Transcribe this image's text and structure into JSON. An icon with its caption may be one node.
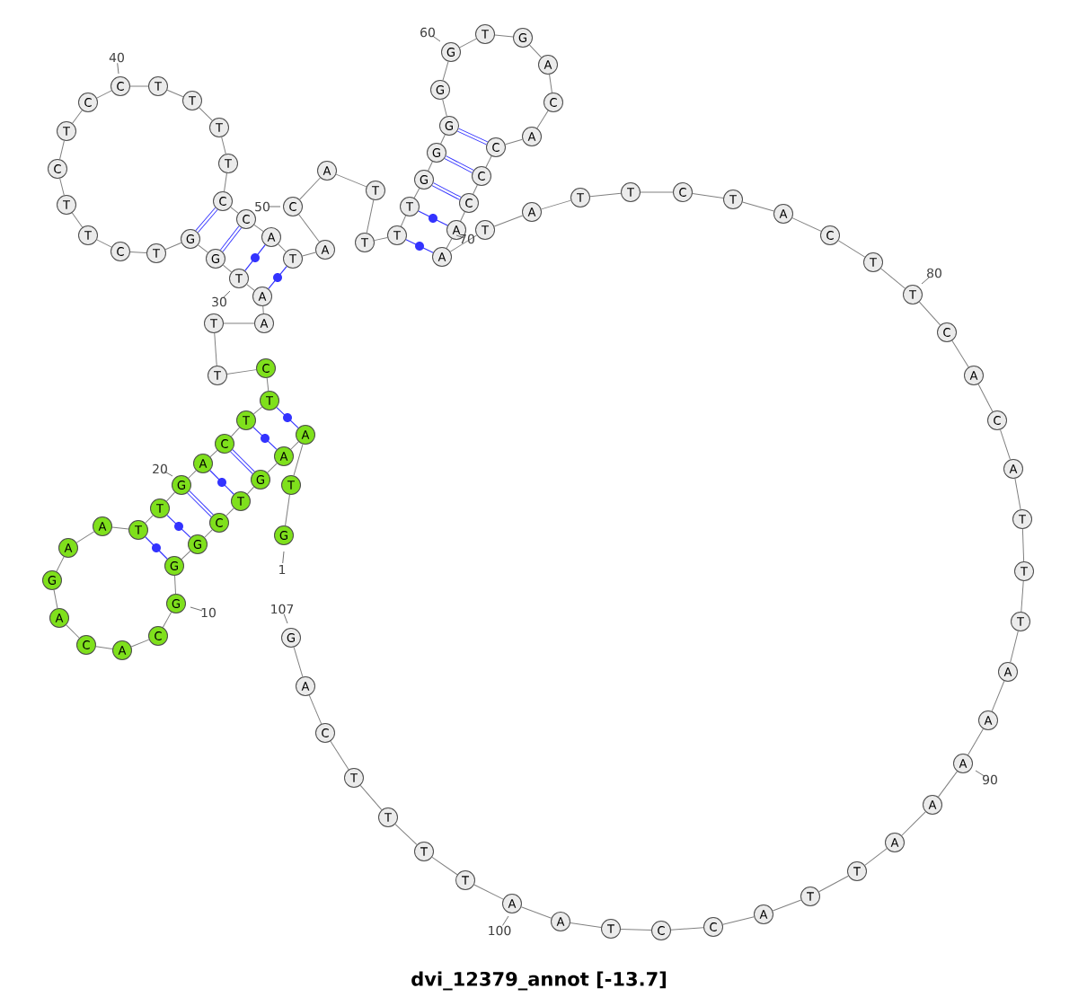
{
  "diagram": {
    "caption": "dvi_12379_annot [-13.7]",
    "nodes": [
      {
        "text": [
          "G"
        ]
      },
      {
        "text": [
          "T"
        ]
      },
      {
        "text": [
          "A"
        ]
      },
      {
        "text": [
          "A"
        ]
      },
      {
        "text": [
          "G"
        ]
      },
      {
        "text": [
          "T"
        ]
      },
      {
        "text": [
          "C"
        ]
      },
      {
        "text": [
          "G"
        ]
      },
      {
        "text": [
          "G"
        ]
      },
      {
        "text": [
          "G"
        ]
      },
      {
        "text": [
          "C"
        ]
      },
      {
        "text": [
          "A"
        ]
      },
      {
        "text": [
          "C"
        ]
      },
      {
        "text": [
          "A"
        ]
      },
      {
        "text": [
          "G"
        ]
      },
      {
        "text": [
          "A"
        ]
      },
      {
        "text": [
          "A"
        ]
      },
      {
        "text": [
          "T"
        ]
      },
      {
        "text": [
          "T"
        ]
      },
      {
        "text": [
          "G"
        ]
      },
      {
        "text": [
          "A"
        ]
      },
      {
        "text": [
          "C"
        ]
      },
      {
        "text": [
          "T"
        ]
      },
      {
        "text": [
          "T"
        ]
      },
      {
        "text": [
          "C"
        ]
      },
      {
        "text": [
          "T"
        ]
      },
      {
        "text": [
          "T"
        ]
      },
      {
        "text": [
          "A"
        ]
      },
      {
        "text": [
          "A"
        ]
      },
      {
        "text": [
          "T"
        ]
      },
      {
        "text": [
          "G"
        ]
      },
      {
        "text": [
          "G"
        ]
      },
      {
        "text": [
          "T"
        ]
      },
      {
        "text": [
          "C"
        ]
      },
      {
        "text": [
          "T"
        ]
      },
      {
        "text": [
          "T"
        ]
      },
      {
        "text": [
          "C"
        ]
      },
      {
        "text": [
          "T"
        ]
      },
      {
        "text": [
          "C"
        ]
      },
      {
        "text": [
          "C"
        ]
      },
      {
        "text": [
          "T"
        ]
      },
      {
        "text": [
          "T"
        ]
      },
      {
        "text": [
          "T"
        ]
      },
      {
        "text": [
          "T"
        ]
      },
      {
        "text": [
          "C"
        ]
      },
      {
        "text": [
          "C"
        ]
      },
      {
        "text": [
          "A"
        ]
      },
      {
        "text": [
          "T"
        ]
      },
      {
        "text": [
          "A"
        ]
      },
      {
        "text": [
          "C"
        ]
      },
      {
        "text": [
          "A"
        ]
      },
      {
        "text": [
          "T"
        ]
      },
      {
        "text": [
          "T"
        ]
      },
      {
        "text": [
          "T"
        ]
      },
      {
        "text": [
          "T"
        ]
      },
      {
        "text": [
          "G"
        ]
      },
      {
        "text": [
          "G"
        ]
      },
      {
        "text": [
          "G"
        ]
      },
      {
        "text": [
          "G"
        ]
      },
      {
        "text": [
          "G"
        ]
      },
      {
        "text": [
          "T"
        ]
      },
      {
        "text": [
          "G"
        ]
      },
      {
        "text": [
          "A"
        ]
      },
      {
        "text": [
          "C"
        ]
      },
      {
        "text": [
          "A"
        ]
      },
      {
        "text": [
          "C"
        ]
      },
      {
        "text": [
          "C"
        ]
      },
      {
        "text": [
          "C"
        ]
      },
      {
        "text": [
          "A"
        ]
      },
      {
        "text": [
          "A"
        ]
      },
      {
        "text": [
          "T"
        ]
      },
      {
        "text": [
          "A"
        ]
      },
      {
        "text": [
          "T"
        ]
      },
      {
        "text": [
          "T"
        ]
      },
      {
        "text": [
          "C"
        ]
      },
      {
        "text": [
          "T"
        ]
      },
      {
        "text": [
          "A"
        ]
      },
      {
        "text": [
          "C"
        ]
      },
      {
        "text": [
          "T"
        ]
      },
      {
        "text": [
          "T"
        ]
      },
      {
        "text": [
          "C"
        ]
      },
      {
        "text": [
          "A"
        ]
      },
      {
        "text": [
          "C"
        ]
      },
      {
        "text": [
          "A"
        ]
      },
      {
        "text": [
          "T"
        ]
      },
      {
        "text": [
          "T"
        ]
      },
      {
        "text": [
          "T"
        ]
      },
      {
        "text": [
          "A"
        ]
      },
      {
        "text": [
          "A"
        ]
      },
      {
        "text": [
          "A"
        ]
      },
      {
        "text": [
          "A"
        ]
      },
      {
        "text": [
          "A"
        ]
      },
      {
        "text": [
          "T"
        ]
      },
      {
        "text": [
          "T"
        ]
      },
      {
        "text": [
          "A"
        ]
      },
      {
        "text": [
          "C"
        ]
      },
      {
        "text": [
          "C"
        ]
      },
      {
        "text": [
          "T"
        ]
      },
      {
        "text": [
          "A"
        ]
      },
      {
        "text": [
          "A"
        ]
      },
      {
        "text": [
          "T"
        ]
      },
      {
        "text": [
          "T"
        ]
      },
      {
        "text": [
          "T"
        ]
      },
      {
        "text": [
          "T"
        ]
      },
      {
        "text": [
          "C"
        ]
      },
      {
        "text": [
          "A"
        ]
      },
      {
        "text": [
          "G"
        ]
      }
    ],
    "edges": [
      {
        "from": 0,
        "to": 1,
        "arrow": "none"
      },
      {
        "from": 1,
        "to": 2,
        "arrow": "none"
      },
      {
        "from": 2,
        "to": 3,
        "arrow": "none"
      },
      {
        "from": 3,
        "to": 4,
        "arrow": "none"
      },
      {
        "from": 4,
        "to": 5,
        "arrow": "none"
      },
      {
        "from": 5,
        "to": 6,
        "arrow": "none"
      },
      {
        "from": 6,
        "to": 7,
        "arrow": "none"
      },
      {
        "from": 7,
        "to": 8,
        "arrow": "none"
      },
      {
        "from": 8,
        "to": 9,
        "arrow": "none"
      },
      {
        "from": 9,
        "to": 10,
        "arrow": "none"
      },
      {
        "from": 10,
        "to": 11,
        "arrow": "none"
      },
      {
        "from": 11,
        "to": 12,
        "arrow": "none"
      },
      {
        "from": 12,
        "to": 13,
        "arrow": "none"
      },
      {
        "from": 13,
        "to": 14,
        "arrow": "none"
      },
      {
        "from": 14,
        "to": 15,
        "arrow": "none"
      },
      {
        "from": 15,
        "to": 16,
        "arrow": "none"
      },
      {
        "from": 16,
        "to": 17,
        "arrow": "none"
      },
      {
        "from": 17,
        "to": 18,
        "arrow": "none"
      },
      {
        "from": 18,
        "to": 19,
        "arrow": "none"
      },
      {
        "from": 19,
        "to": 20,
        "arrow": "none"
      },
      {
        "from": 20,
        "to": 21,
        "arrow": "none"
      },
      {
        "from": 21,
        "to": 22,
        "arrow": "none"
      },
      {
        "from": 22,
        "to": 23,
        "arrow": "none"
      },
      {
        "from": 23,
        "to": 24,
        "arrow": "none"
      },
      {
        "from": 24,
        "to": 25,
        "arrow": "none"
      },
      {
        "from": 25,
        "to": 26,
        "arrow": "none"
      },
      {
        "from": 26,
        "to": 27,
        "arrow": "none"
      },
      {
        "from": 27,
        "to": 28,
        "arrow": "none"
      },
      {
        "from": 28,
        "to": 29,
        "arrow": "none"
      },
      {
        "from": 29,
        "to": 30,
        "arrow": "none"
      },
      {
        "from": 30,
        "to": 31,
        "arrow": "none"
      },
      {
        "from": 31,
        "to": 32,
        "arrow": "none"
      },
      {
        "from": 32,
        "to": 33,
        "arrow": "none"
      },
      {
        "from": 33,
        "to": 34,
        "arrow": "none"
      },
      {
        "from": 34,
        "to": 35,
        "arrow": "none"
      },
      {
        "from": 35,
        "to": 36,
        "arrow": "none"
      },
      {
        "from": 36,
        "to": 37,
        "arrow": "none"
      },
      {
        "from": 37,
        "to": 38,
        "arrow": "none"
      },
      {
        "from": 38,
        "to": 39,
        "arrow": "none"
      },
      {
        "from": 39,
        "to": 40,
        "arrow": "none"
      },
      {
        "from": 40,
        "to": 41,
        "arrow": "none"
      },
      {
        "from": 41,
        "to": 42,
        "arrow": "none"
      },
      {
        "from": 42,
        "to": 43,
        "arrow": "none"
      },
      {
        "from": 43,
        "to": 44,
        "arrow": "none"
      },
      {
        "from": 44,
        "to": 45,
        "arrow": "none"
      },
      {
        "from": 45,
        "to": 46,
        "arrow": "none"
      },
      {
        "from": 46,
        "to": 47,
        "arrow": "none"
      },
      {
        "from": 47,
        "to": 48,
        "arrow": "none"
      },
      {
        "from": 48,
        "to": 49,
        "arrow": "none"
      },
      {
        "from": 49,
        "to": 50,
        "arrow": "none"
      },
      {
        "from": 50,
        "to": 51,
        "arrow": "none"
      },
      {
        "from": 51,
        "to": 52,
        "arrow": "none"
      },
      {
        "from": 52,
        "to": 53,
        "arrow": "none"
      },
      {
        "from": 53,
        "to": 54,
        "arrow": "none"
      },
      {
        "from": 54,
        "to": 55,
        "arrow": "none"
      },
      {
        "from": 55,
        "to": 56,
        "arrow": "none"
      },
      {
        "from": 56,
        "to": 57,
        "arrow": "none"
      },
      {
        "from": 57,
        "to": 58,
        "arrow": "none"
      },
      {
        "from": 58,
        "to": 59,
        "arrow": "none"
      },
      {
        "from": 59,
        "to": 60,
        "arrow": "none"
      },
      {
        "from": 60,
        "to": 61,
        "arrow": "none"
      },
      {
        "from": 61,
        "to": 62,
        "arrow": "none"
      },
      {
        "from": 62,
        "to": 63,
        "arrow": "none"
      },
      {
        "from": 63,
        "to": 64,
        "arrow": "none"
      },
      {
        "from": 64,
        "to": 65,
        "arrow": "none"
      },
      {
        "from": 65,
        "to": 66,
        "arrow": "none"
      },
      {
        "from": 66,
        "to": 67,
        "arrow": "none"
      },
      {
        "from": 67,
        "to": 68,
        "arrow": "none"
      },
      {
        "from": 68,
        "to": 69,
        "arrow": "none"
      },
      {
        "from": 69,
        "to": 70,
        "arrow": "none"
      },
      {
        "from": 70,
        "to": 71,
        "arrow": "none"
      },
      {
        "from": 71,
        "to": 72,
        "arrow": "none"
      },
      {
        "from": 72,
        "to": 73,
        "arrow": "none"
      },
      {
        "from": 73,
        "to": 74,
        "arrow": "none"
      },
      {
        "from": 74,
        "to": 75,
        "arrow": "none"
      },
      {
        "from": 75,
        "to": 76,
        "arrow": "none"
      },
      {
        "from": 76,
        "to": 77,
        "arrow": "none"
      },
      {
        "from": 77,
        "to": 78,
        "arrow": "none"
      },
      {
        "from": 78,
        "to": 79,
        "arrow": "none"
      },
      {
        "from": 79,
        "to": 80,
        "arrow": "none"
      },
      {
        "from": 80,
        "to": 81,
        "arrow": "none"
      },
      {
        "from": 81,
        "to": 82,
        "arrow": "none"
      },
      {
        "from": 82,
        "to": 83,
        "arrow": "none"
      },
      {
        "from": 83,
        "to": 84,
        "arrow": "none"
      },
      {
        "from": 84,
        "to": 85,
        "arrow": "none"
      },
      {
        "from": 85,
        "to": 86,
        "arrow": "none"
      },
      {
        "from": 86,
        "to": 87,
        "arrow": "none"
      },
      {
        "from": 87,
        "to": 88,
        "arrow": "none"
      },
      {
        "from": 88,
        "to": 89,
        "arrow": "none"
      },
      {
        "from": 89,
        "to": 90,
        "arrow": "none"
      },
      {
        "from": 90,
        "to": 91,
        "arrow": "none"
      },
      {
        "from": 91,
        "to": 92,
        "arrow": "none"
      },
      {
        "from": 92,
        "to": 93,
        "arrow": "none"
      },
      {
        "from": 93,
        "to": 94,
        "arrow": "none"
      },
      {
        "from": 94,
        "to": 95,
        "arrow": "none"
      },
      {
        "from": 95,
        "to": 96,
        "arrow": "none"
      },
      {
        "from": 96,
        "to": 97,
        "arrow": "none"
      },
      {
        "from": 97,
        "to": 98,
        "arrow": "none"
      },
      {
        "from": 98,
        "to": 99,
        "arrow": "none"
      },
      {
        "from": 99,
        "to": 100,
        "arrow": "none"
      },
      {
        "from": 100,
        "to": 101,
        "arrow": "none"
      },
      {
        "from": 101,
        "to": 102,
        "arrow": "none"
      },
      {
        "from": 102,
        "to": 103,
        "arrow": "none"
      },
      {
        "from": 103,
        "to": 104,
        "arrow": "none"
      },
      {
        "from": 104,
        "to": 105,
        "arrow": "none"
      },
      {
        "from": 105,
        "to": 106,
        "arrow": "none"
      },
      {
        "from": 23,
        "to": 2,
        "arrow": "none",
        "color": "#3333ff"
      },
      {
        "from": 22,
        "to": 3,
        "arrow": "none",
        "color": "#3333ff"
      },
      {
        "from": 21,
        "to": 4,
        "arrow": "none",
        "color": "#3333ff",
        "style": "thick"
      },
      {
        "from": 20,
        "to": 5,
        "arrow": "none",
        "color": "#3333ff"
      },
      {
        "from": 19,
        "to": 6,
        "arrow": "none",
        "color": "#3333ff",
        "style": "thick"
      },
      {
        "from": 18,
        "to": 7,
        "arrow": "none",
        "color": "#3333ff"
      },
      {
        "from": 17,
        "to": 8,
        "arrow": "none",
        "color": "#3333ff"
      },
      {
        "from": 44,
        "to": 31,
        "arrow": "none",
        "color": "#3333ff",
        "style": "thick"
      },
      {
        "from": 45,
        "to": 30,
        "arrow": "none",
        "color": "#3333ff",
        "style": "thick"
      },
      {
        "from": 46,
        "to": 29,
        "arrow": "none",
        "color": "#3333ff"
      },
      {
        "from": 47,
        "to": 28,
        "arrow": "none",
        "color": "#3333ff"
      },
      {
        "from": 53,
        "to": 69,
        "arrow": "none",
        "color": "#3333ff"
      },
      {
        "from": 54,
        "to": 68,
        "arrow": "none",
        "color": "#3333ff"
      },
      {
        "from": 55,
        "to": 67,
        "arrow": "none",
        "color": "#3333ff",
        "style": "thick"
      },
      {
        "from": 56,
        "to": 66,
        "arrow": "none",
        "color": "#3333ff",
        "style": "thick"
      },
      {
        "from": 57,
        "to": 65,
        "arrow": "none",
        "color": "#3333ff",
        "style": "thick"
      }
    ],
    "labels": [
      "1",
      "10",
      "20",
      "30",
      "40",
      "50",
      "60",
      "70",
      "80",
      "90",
      "100",
      "107"
    ]
  }
}
